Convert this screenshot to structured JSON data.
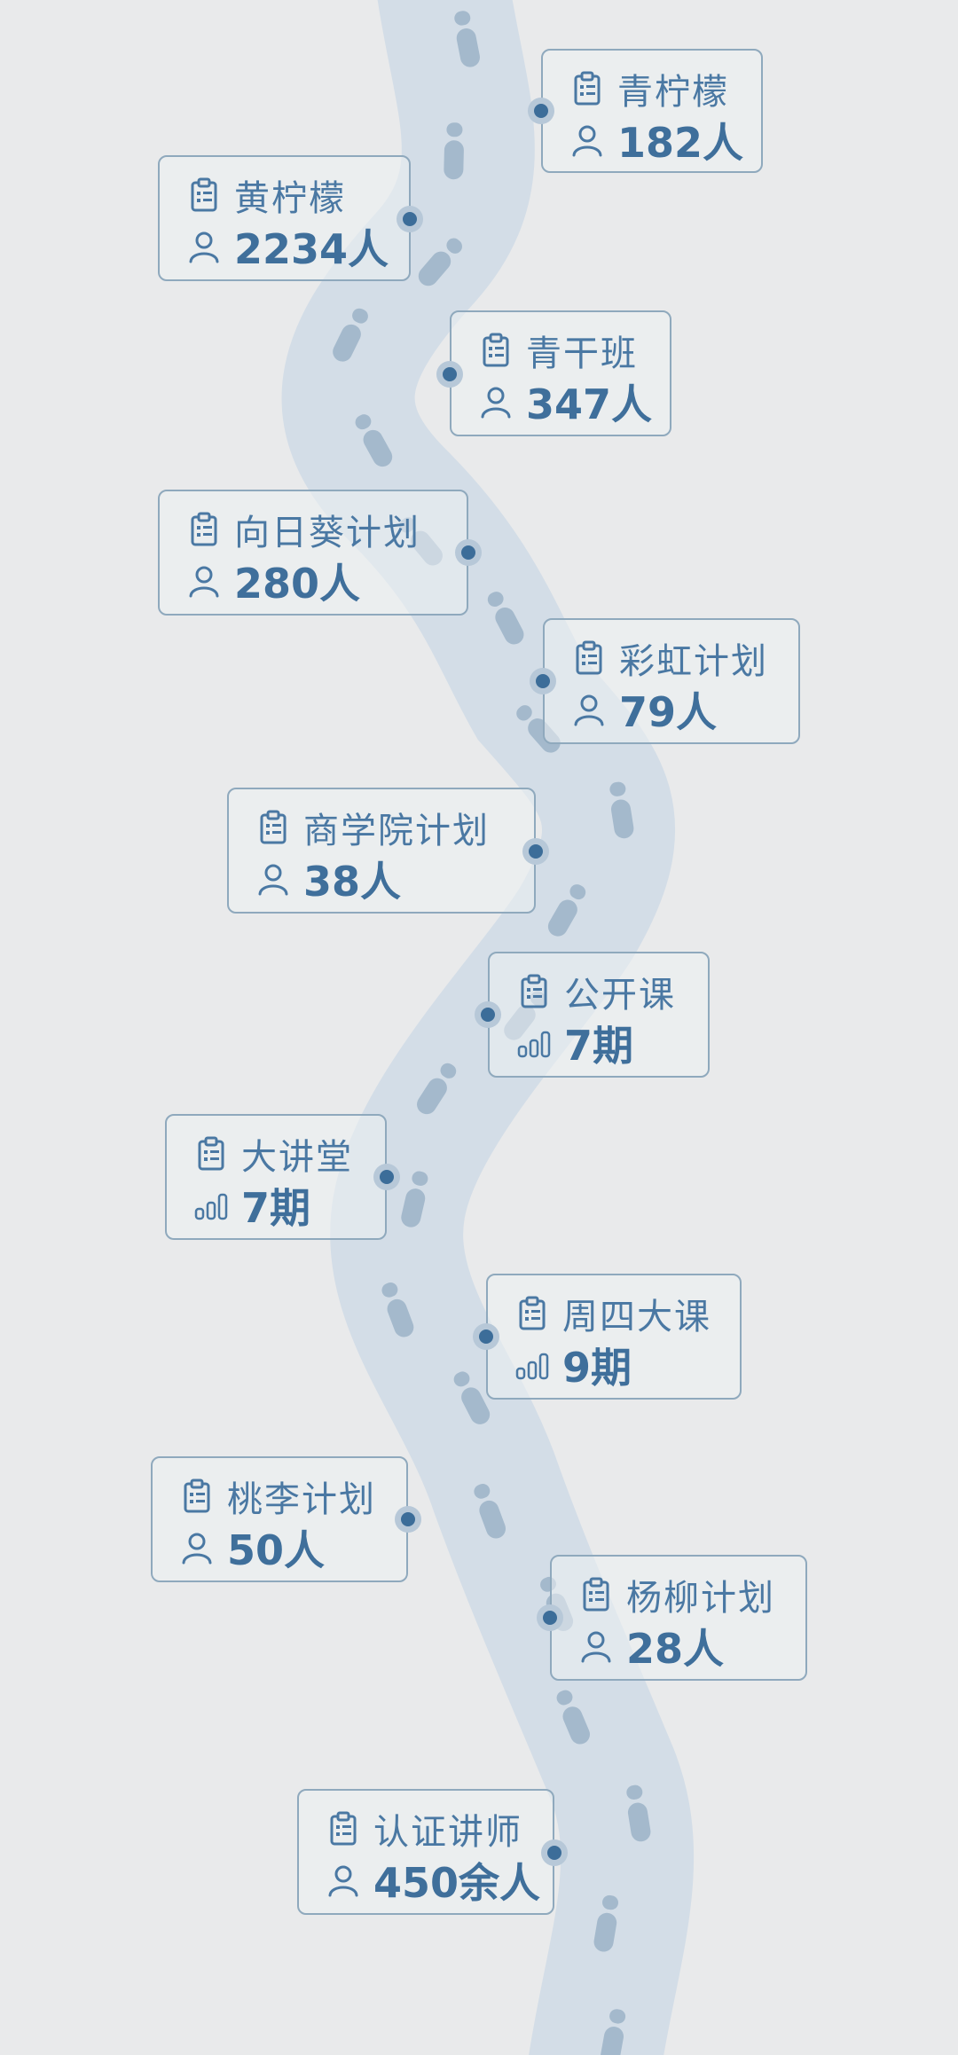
{
  "colors": {
    "background": "#e9eaeb",
    "road": "#d3dde7",
    "footprint": "#a4b9cc",
    "card_border": "#8fa9bd",
    "title_text": "#4a78a3",
    "value_text": "#3f6f9b",
    "dot_outer": "#b7c8d8",
    "dot_inner": "#3c6d99"
  },
  "icons": {
    "title": "clipboard-icon",
    "people": "person-icon",
    "periods": "bar-chart-icon"
  },
  "milestones": [
    {
      "title": "青柠檬",
      "value": "182人",
      "metric_icon": "person"
    },
    {
      "title": "黄柠檬",
      "value": "2234人",
      "metric_icon": "person"
    },
    {
      "title": "青干班",
      "value": "347人",
      "metric_icon": "person"
    },
    {
      "title": "向日葵计划",
      "value": "280人",
      "metric_icon": "person"
    },
    {
      "title": "彩虹计划",
      "value": "79人",
      "metric_icon": "person"
    },
    {
      "title": "商学院计划",
      "value": "38人",
      "metric_icon": "person"
    },
    {
      "title": "公开课",
      "value": "7期",
      "metric_icon": "bars"
    },
    {
      "title": "大讲堂",
      "value": "7期",
      "metric_icon": "bars"
    },
    {
      "title": "周四大课",
      "value": "9期",
      "metric_icon": "bars"
    },
    {
      "title": "桃李计划",
      "value": "50人",
      "metric_icon": "person"
    },
    {
      "title": "杨柳计划",
      "value": "28人",
      "metric_icon": "person"
    },
    {
      "title": "认证讲师",
      "value": "450余人",
      "metric_icon": "person"
    }
  ]
}
